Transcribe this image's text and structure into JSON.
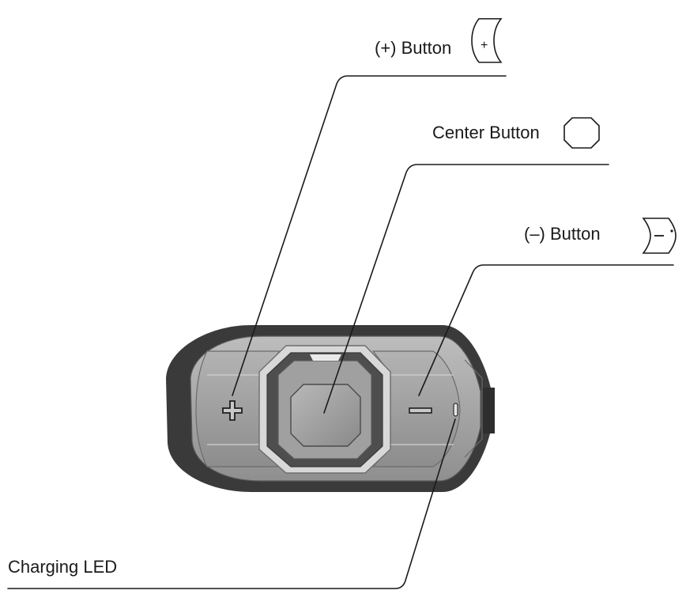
{
  "labels": {
    "plus_button": "(+) Button",
    "center_button": "Center Button",
    "minus_button": "(–) Button",
    "charging_led": "Charging LED"
  },
  "icons": {
    "plus_button": "plus-button-shape-icon",
    "center_button": "octagon-button-shape-icon",
    "minus_button": "minus-button-shape-icon"
  },
  "device": {
    "plus_symbol": "+",
    "minus_symbol": "−"
  },
  "colors": {
    "outer_shell": "#3a3a3a",
    "body_gray": "#a9a9a9",
    "button_gray": "#9c9c9c",
    "inner_dark": "#4a4a4a",
    "highlight": "#dcdcdc",
    "line": "#1a1a1a"
  }
}
